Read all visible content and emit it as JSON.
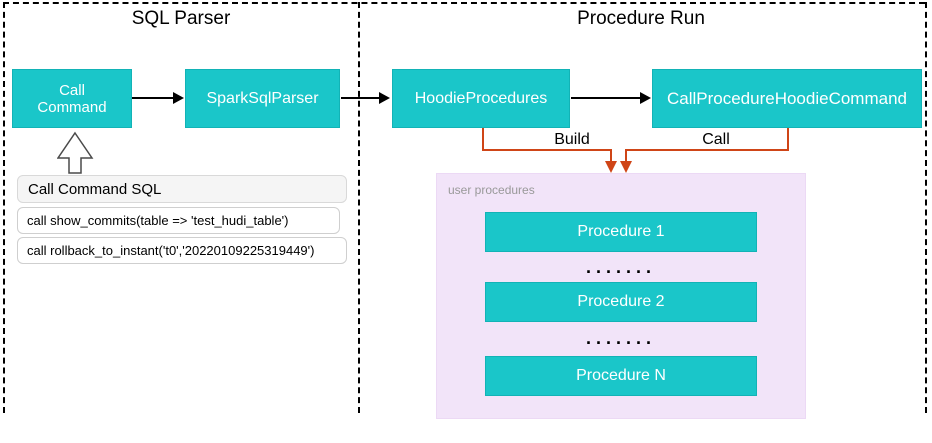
{
  "sections": {
    "sql_parser": {
      "title": "SQL Parser"
    },
    "procedure_run": {
      "title": "Procedure Run"
    }
  },
  "nodes": {
    "call_command": "Call Command",
    "spark_sql_parser": "SparkSqlParser",
    "hoodie_procedures": "HoodieProcedures",
    "call_procedure_hoodie_command": "CallProcedureHoodieCommand"
  },
  "connectors": {
    "build_label": "Build",
    "call_label": "Call"
  },
  "sql_panel": {
    "header": "Call Command SQL",
    "rows": [
      "call show_commits(table => 'test_hudi_table')",
      "call rollback_to_instant('t0','20220109225319449')"
    ]
  },
  "user_procedures": {
    "label": "user procedures",
    "items": [
      "Procedure 1",
      "Procedure 2",
      "Procedure N"
    ],
    "ellipsis": "......."
  },
  "colors": {
    "node_teal": "#1AC6C9",
    "container_purple": "#F2E4F9",
    "connector_orange": "#CF4517",
    "arrow_black": "#000000"
  }
}
